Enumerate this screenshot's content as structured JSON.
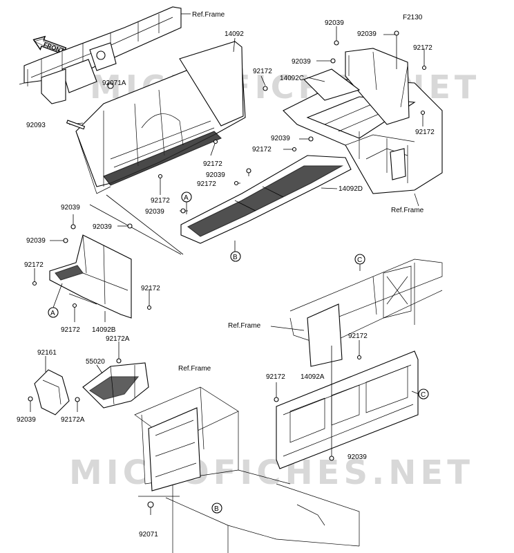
{
  "diagram_code": "F2130",
  "direction_label": "FRONT",
  "watermarks": [
    "MICROFICHES.NET",
    "MICROFICHES.NET"
  ],
  "ref_frame_labels": [
    "Ref.Frame",
    "Ref.Frame",
    "Ref.Frame",
    "Ref.Frame"
  ],
  "callouts": {
    "a1": "A",
    "a2": "A",
    "b1": "B",
    "b2": "B",
    "c1": "C",
    "c2": "C"
  },
  "parts": {
    "p14092": "14092",
    "p92172_a": "92172",
    "p92071a": "92071A",
    "p92093": "92093",
    "p92172_b": "92172",
    "p92172_c": "92172",
    "p92039_top1": "92039",
    "p92039_top2": "92039",
    "p92172_top": "92172",
    "p92039_top3": "92039",
    "p14092c": "14092C",
    "p92172_right": "92172",
    "p92039_mid": "92039",
    "p92172_mid": "92172",
    "p92039_mid2": "92039",
    "p92172_mid2": "92172",
    "p14092d": "14092D",
    "p92039_left1": "92039",
    "p92039_left2": "92039",
    "p92039_left3": "92039",
    "p92039_left4": "92039",
    "p92172_left": "92172",
    "p92172_lr": "92172",
    "p92172_lb": "92172",
    "p14092b": "14092B",
    "p92172a_top": "92172A",
    "p92161": "92161",
    "p55020": "55020",
    "p92039_bl": "92039",
    "p92172a_bl": "92172A",
    "p92071": "92071",
    "p92172_br1": "92172",
    "p92172_br2": "92172",
    "p14092a": "14092A",
    "p92039_br": "92039"
  }
}
